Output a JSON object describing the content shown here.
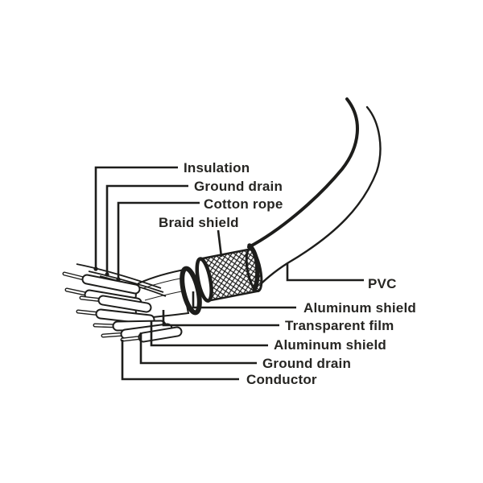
{
  "page": {
    "background": "#ffffff"
  },
  "diagram": {
    "colors": {
      "line": "#1d1d1b",
      "text": "#262522",
      "fill": "#ffffff"
    },
    "labels": {
      "insulation": "Insulation",
      "ground_drain_top": "Ground drain",
      "cotton_rope": "Cotton rope",
      "braid_shield": "Braid shield",
      "pvc": "PVC",
      "aluminum_shield_outer": "Aluminum shield",
      "transparent_film": "Transparent film",
      "aluminum_shield_inner": "Aluminum shield",
      "ground_drain_bottom": "Ground drain",
      "conductor": "Conductor"
    }
  }
}
